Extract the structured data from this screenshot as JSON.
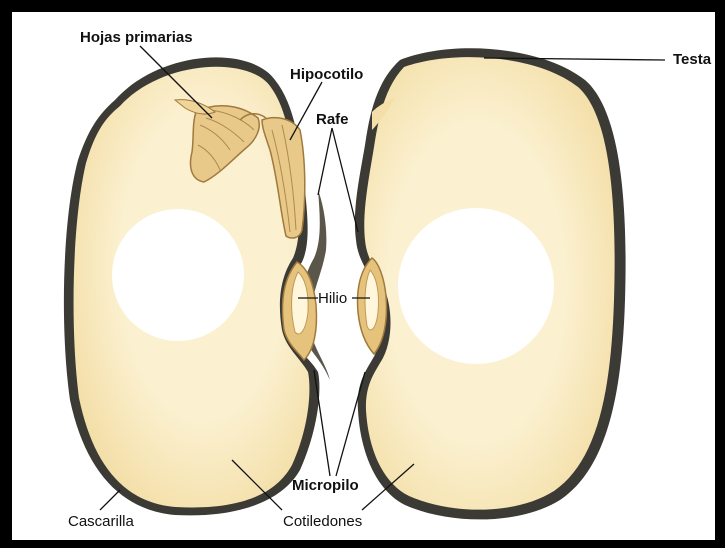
{
  "labels": {
    "hojas_primarias": "Hojas primarias",
    "hipocotilo": "Hipocotilo",
    "rafe": "Rafe",
    "testa": "Testa",
    "hilio": "Hilio",
    "micropilo": "Micropilo",
    "cascarilla": "Cascarilla",
    "cotiledones": "Cotiledones"
  },
  "colors": {
    "cotyledon_fill": "#f6e3b0",
    "cotyledon_light": "#fbf0cf",
    "seed_coat": "#3b3a35",
    "embryo": "#e8c98a",
    "embryo_stroke": "#a07a3c"
  }
}
